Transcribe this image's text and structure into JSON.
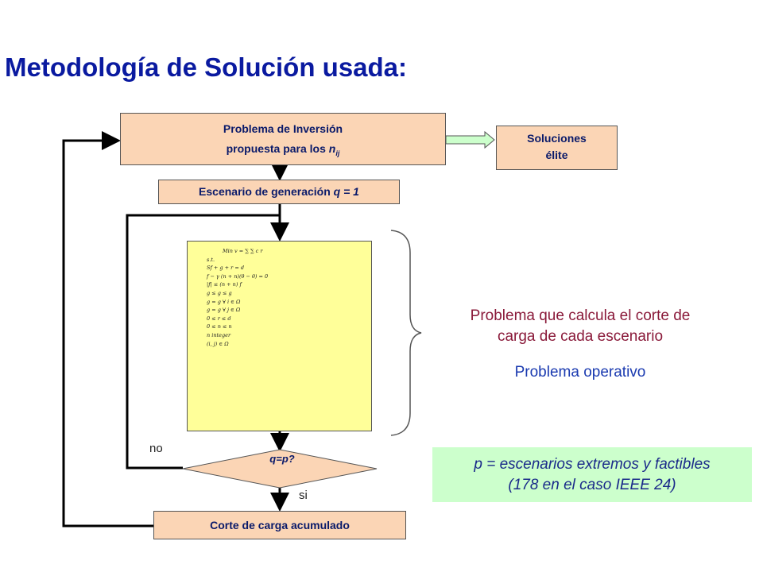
{
  "title": "Metodología de Solución usada:",
  "boxes": {
    "inversion_line1": "Problema de Inversión",
    "inversion_line2": "propuesta para los ",
    "inversion_var": "n",
    "inversion_sub": "ij",
    "elite_line1": "Soluciones",
    "elite_line2": "élite",
    "escenario": "Escenario de generación ",
    "escenario_var": "q = 1",
    "corte": "Corte de carga acumulado"
  },
  "decision": {
    "label": "q=p?",
    "no": "no",
    "si": "si"
  },
  "formula": [
    "Min   v = ∑ ∑ c r",
    "s.t.",
    "Sf + g + r = d",
    "f − γ (n + n)(θ − θ) = 0",
    "|f| ≤ (n + n) f",
    "g ≤ g ≤ g",
    "g = g      ∀ i ∈ Ω",
    "g = g      ∀ j ∈ Ω",
    "0 ≤ r ≤ d",
    "0 ≤ n ≤ n",
    "n     integer",
    "(i, j) ∈ Ω"
  ],
  "notes": {
    "problem_line1": "Problema que calcula el corte de",
    "problem_line2": "carga de cada escenario",
    "operativo": "Problema operativo",
    "p_line1": "p =  escenarios extremos y factibles",
    "p_line2": "(178 en el caso IEEE 24)"
  },
  "colors": {
    "box_fill": "#fbd5b5",
    "formula_fill": "#ffff99",
    "note_fill": "#ccffcc",
    "title": "#0a1aa0",
    "arrow_fill": "#ccffcc"
  }
}
